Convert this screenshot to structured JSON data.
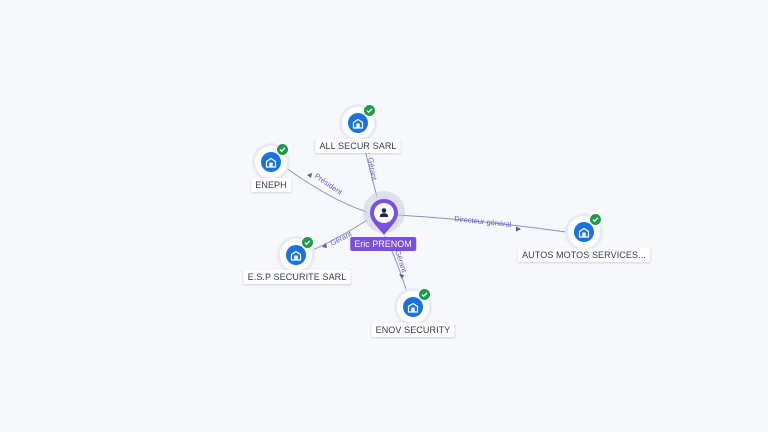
{
  "graph": {
    "center": {
      "name": "Eric PRENOM",
      "icon": "person-icon"
    },
    "companies": [
      {
        "id": "all-secur",
        "name": "ALL SECUR SARL",
        "role": "Gérant",
        "icon": "building-icon",
        "verified": true
      },
      {
        "id": "eneph",
        "name": "ENEPH",
        "role": "Président",
        "icon": "building-icon",
        "verified": true
      },
      {
        "id": "esp-securite",
        "name": "E.S.P SECURITE SARL",
        "role": "Gérant",
        "icon": "building-icon",
        "verified": true
      },
      {
        "id": "enov-security",
        "name": "ENOV SECURITY",
        "role": "Gérant",
        "icon": "building-icon",
        "verified": true
      },
      {
        "id": "autos-motos",
        "name": "AUTOS MOTOS SERVICES...",
        "role": "Directeur général",
        "icon": "building-icon",
        "verified": true
      }
    ],
    "colors": {
      "person_accent": "#7b4fe0",
      "company_icon": "#1a72e0",
      "verified_badge": "#1f9a4a",
      "edge": "#8d93b8",
      "edge_label": "#6b5fc4"
    }
  }
}
